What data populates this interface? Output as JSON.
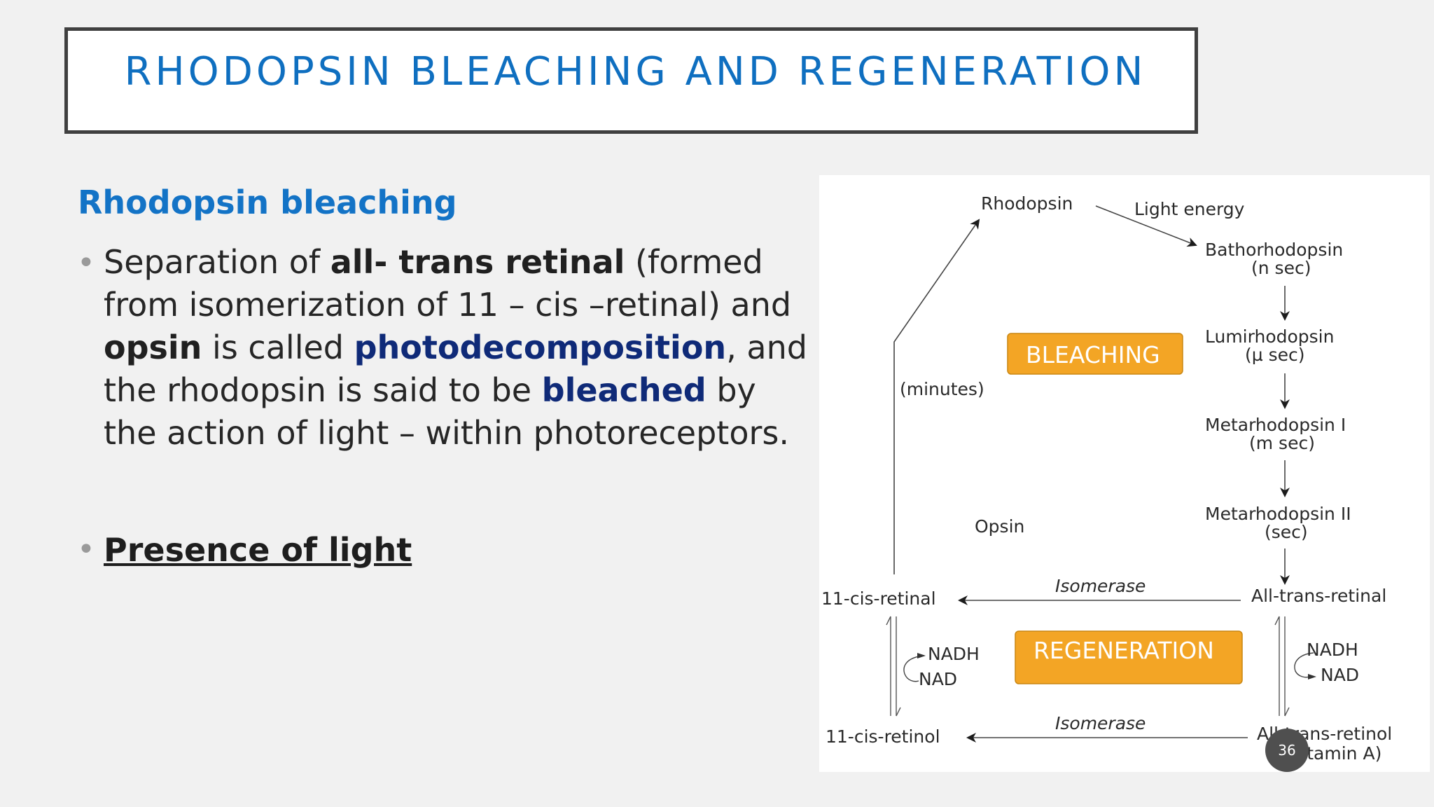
{
  "title": "RHODOPSIN BLEACHING AND REGENERATION",
  "section": {
    "heading": "Rhodopsin bleaching",
    "bullet1": {
      "t1": "Separation of ",
      "b1": "all- trans retinal",
      "t2": " (formed from isomerization of 11 – cis –retinal) and ",
      "b2": "opsin",
      "t3": " is called ",
      "b3": "photodecomposition",
      "t4": ", and the rhodopsin is said to be ",
      "b4": "bleached",
      "t5": " by the action of light – within photoreceptors."
    },
    "bullet2": "Presence of light"
  },
  "diagram": {
    "rhodopsin": "Rhodopsin",
    "light_energy": "Light energy",
    "bathorhodopsin": "Bathorhodopsin",
    "bathorhodopsin_time": "(n sec)",
    "lumirhodopsin": "Lumirhodopsin",
    "lumirhodopsin_time": "(µ sec)",
    "metarhodopsin1": "Metarhodopsin I",
    "metarhodopsin1_time": "(m sec)",
    "metarhodopsin2": "Metarhodopsin II",
    "metarhodopsin2_time": "(sec)",
    "all_trans_retinal": "All-trans-retinal",
    "isomerase_top": "Isomerase",
    "cis_retinal": "11-cis-retinal",
    "minutes": "(minutes)",
    "opsin": "Opsin",
    "bleaching": "BLEACHING",
    "regeneration": "REGENERATION",
    "nadh_left": "NADH",
    "nad_left": "NAD",
    "nadh_right": "NADH",
    "nad_right": "NAD",
    "cis_retinol": "11-cis-retinol",
    "isomerase_bottom": "Isomerase",
    "all_trans_retinol": "All-trans-retinol",
    "vitamin_a": "(Vitamin A)",
    "box_color": "#f3a525"
  },
  "page_number": "36"
}
